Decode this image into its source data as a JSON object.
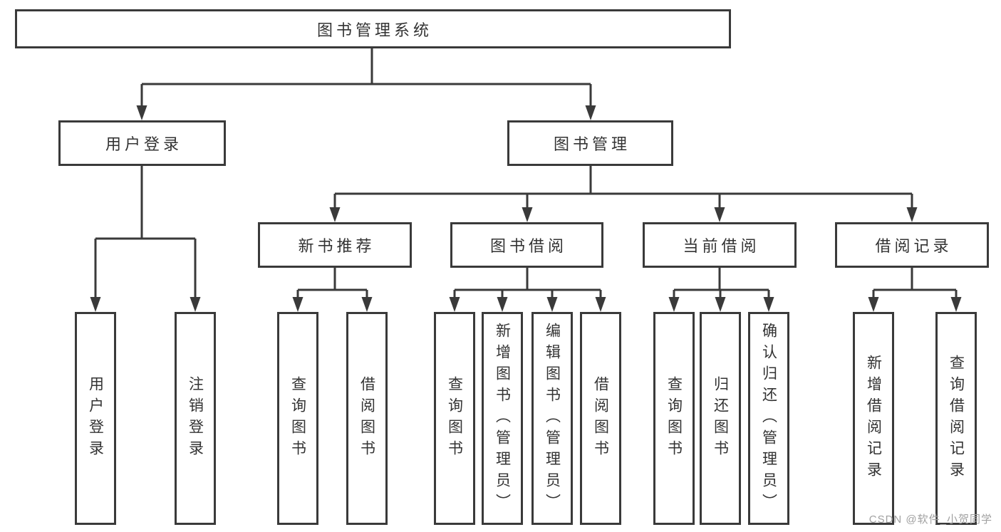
{
  "tree": {
    "label": "图书管理系统",
    "children": [
      {
        "label": "用户登录",
        "children": [
          {
            "label": "用户登录"
          },
          {
            "label": "注销登录"
          }
        ]
      },
      {
        "label": "图书管理",
        "children": [
          {
            "label": "新书推荐",
            "children": [
              {
                "label": "查询图书"
              },
              {
                "label": "借阅图书"
              }
            ]
          },
          {
            "label": "图书借阅",
            "children": [
              {
                "label": "查询图书"
              },
              {
                "label": "新增图书（管理员）"
              },
              {
                "label": "编辑图书（管理员）"
              },
              {
                "label": "借阅图书"
              }
            ]
          },
          {
            "label": "当前借阅",
            "children": [
              {
                "label": "查询图书"
              },
              {
                "label": "归还图书"
              },
              {
                "label": "确认归还（管理员）"
              }
            ]
          },
          {
            "label": "借阅记录",
            "children": [
              {
                "label": "新增借阅记录"
              },
              {
                "label": "查询借阅记录"
              }
            ]
          }
        ]
      }
    ]
  },
  "watermark": {
    "text": "CSDN @软件_小贺同学"
  },
  "colors": {
    "line": "#3a3a3a",
    "box_border": "#3a3a3a",
    "text": "#333333",
    "watermark": "#a0a0a0",
    "background": "#ffffff"
  }
}
